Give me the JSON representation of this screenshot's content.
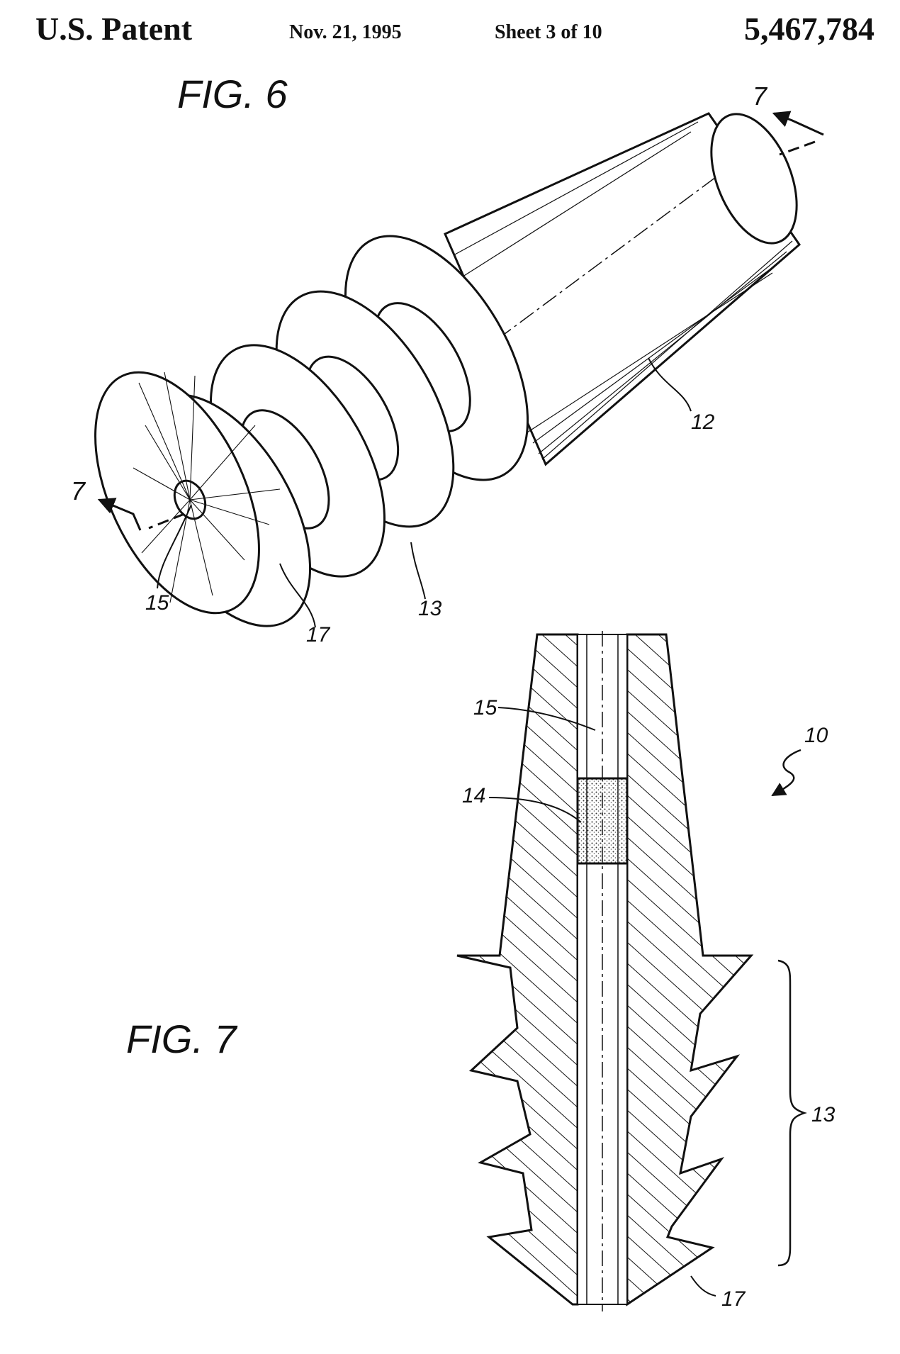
{
  "header": {
    "left": "U.S. Patent",
    "date": "Nov. 21, 1995",
    "sheet": "Sheet 3 of 10",
    "patent_number": "5,467,784"
  },
  "figures": {
    "fig6": {
      "title": "FIG. 6",
      "section_marker": "7",
      "labels": {
        "body": "12",
        "flange": "13",
        "bore": "15",
        "tip": "17"
      }
    },
    "fig7": {
      "title": "FIG. 7",
      "labels": {
        "device": "10",
        "bore": "15",
        "filter": "14",
        "flanges": "13",
        "tip": "17"
      }
    }
  }
}
